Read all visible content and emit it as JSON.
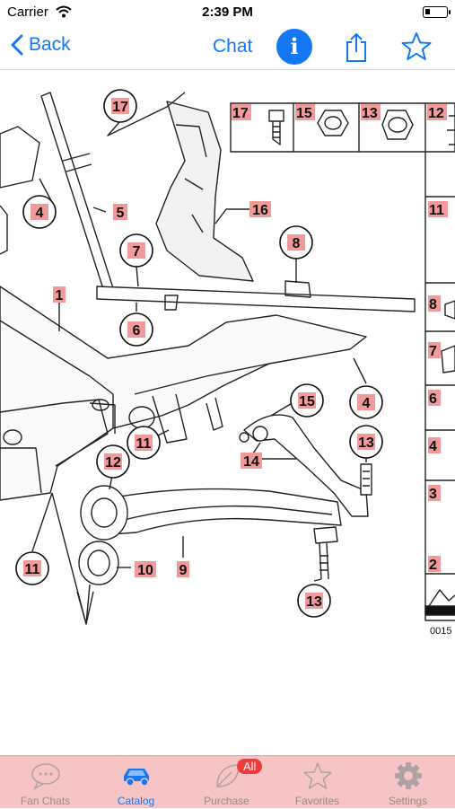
{
  "status": {
    "carrier": "Carrier",
    "time": "2:39 PM"
  },
  "nav": {
    "back_label": "Back",
    "chat_label": "Chat",
    "info_glyph": "i"
  },
  "diagram": {
    "callouts": [
      "17",
      "16",
      "8",
      "7",
      "6",
      "5",
      "4",
      "1",
      "15",
      "4",
      "11",
      "12",
      "14",
      "13",
      "11",
      "10",
      "9",
      "13"
    ],
    "table_cols": [
      "17",
      "15",
      "13",
      "12"
    ],
    "side_rows": [
      "11",
      "8",
      "7",
      "6",
      "4",
      "3",
      "2"
    ],
    "code": "0015"
  },
  "tabs": [
    {
      "label": "Fan Chats",
      "icon": "speech-bubble-icon"
    },
    {
      "label": "Catalog",
      "icon": "car-icon"
    },
    {
      "label": "Purchase",
      "icon": "purchase-leaf-icon",
      "badge": "All"
    },
    {
      "label": "Favorites",
      "icon": "star-icon"
    },
    {
      "label": "Settings",
      "icon": "gear-icon"
    }
  ],
  "colors": {
    "accent": "#1478f5",
    "tabbar": "#f6c4c4",
    "callout_fill": "#f29a9a"
  }
}
